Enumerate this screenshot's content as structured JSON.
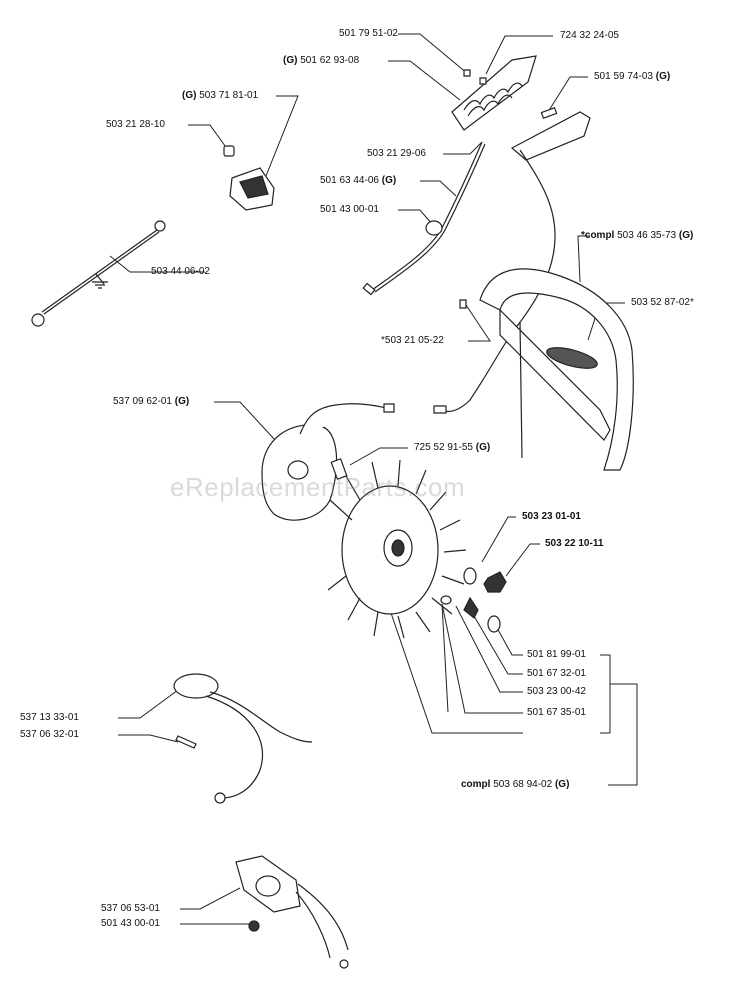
{
  "watermark": "eReplacementParts.com",
  "callouts": {
    "p501795102": {
      "number": "501 79 51-02"
    },
    "p724322405": {
      "number": "724 32 24-05"
    },
    "p501629308": {
      "prefix": "(G)",
      "number": "501 62 93-08"
    },
    "p501597403": {
      "number": "501 59 74-03",
      "suffix": "(G)"
    },
    "p503718101": {
      "prefix": "(G)",
      "number": "503 71 81-01"
    },
    "p503212810": {
      "number": "503 21 28-10"
    },
    "p503212906": {
      "number": "503 21 29-06"
    },
    "p501634406": {
      "number": "501 63 44-06",
      "suffix": "(G)"
    },
    "p501430001a": {
      "number": "501 43 00-01"
    },
    "p503463573": {
      "prefix": "*compl",
      "number": "503 46 35-73",
      "suffix": "(G)"
    },
    "p503440602": {
      "number": "503 44 06-02"
    },
    "p503528702": {
      "number": "503 52 87-02*"
    },
    "p503210522": {
      "number": "*503 21 05-22"
    },
    "p537096201": {
      "number": "537 09 62-01",
      "suffix": "(G)"
    },
    "p725529155": {
      "number": "725 52 91-55",
      "suffix": "(G)"
    },
    "p503230101": {
      "number": "503 23 01-01"
    },
    "p503221011": {
      "number": "503 22 10-11"
    },
    "p501819901": {
      "number": "501 81 99-01"
    },
    "p501673201": {
      "number": "501 67 32-01"
    },
    "p503230042": {
      "number": "503 23 00-42"
    },
    "p501673501": {
      "number": "501 67 35-01"
    },
    "p537133301": {
      "number": "537 13 33-01"
    },
    "p537063201": {
      "number": "537 06 32-01"
    },
    "p503689402": {
      "prefix": "compl",
      "number": "503 68 94-02",
      "suffix": "(G)"
    },
    "p537065301": {
      "number": "537 06 53-01"
    },
    "p501430001b": {
      "number": "501 43 00-01"
    }
  }
}
